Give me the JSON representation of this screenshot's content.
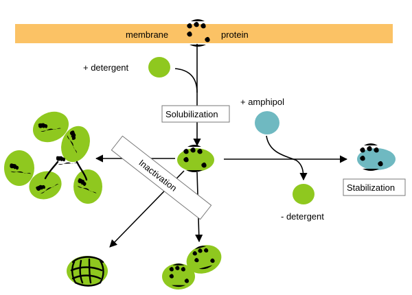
{
  "labels": {
    "membrane": "membrane",
    "protein": "protein",
    "plus_detergent": "+ detergent",
    "plus_amphipol": "+ amphipol",
    "minus_detergent": "- detergent",
    "solubilization": "Solubilization",
    "inactivation": "Inactivation",
    "stabilization": "Stabilization"
  },
  "colors": {
    "membrane": "#fbc265",
    "detergent": "#8fc81f",
    "amphipol": "#6fb9c1",
    "ink": "#000000"
  }
}
